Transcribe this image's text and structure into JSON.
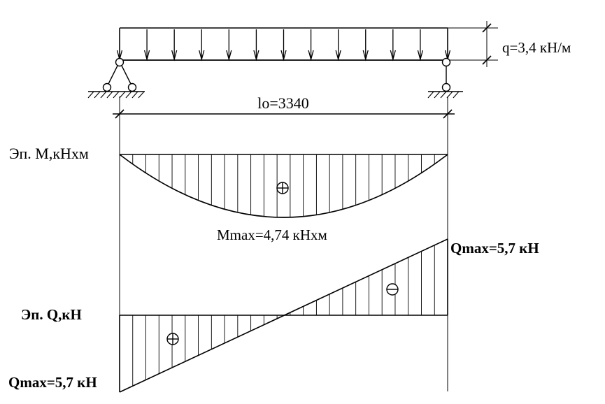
{
  "load": {
    "label": "q=3,4 кН/м"
  },
  "span": {
    "label": "lo=3340"
  },
  "moment": {
    "title": "Эп. М,кНхм",
    "max_label": "Mmax=4,74 кНхм",
    "sign": "plus"
  },
  "shear": {
    "title": "Эп. Q,кН",
    "max_right_label": "Qmax=5,7 кН",
    "max_left_label": "Qmax=5,7 кН",
    "left_sign": "plus",
    "right_sign": "minus"
  }
}
